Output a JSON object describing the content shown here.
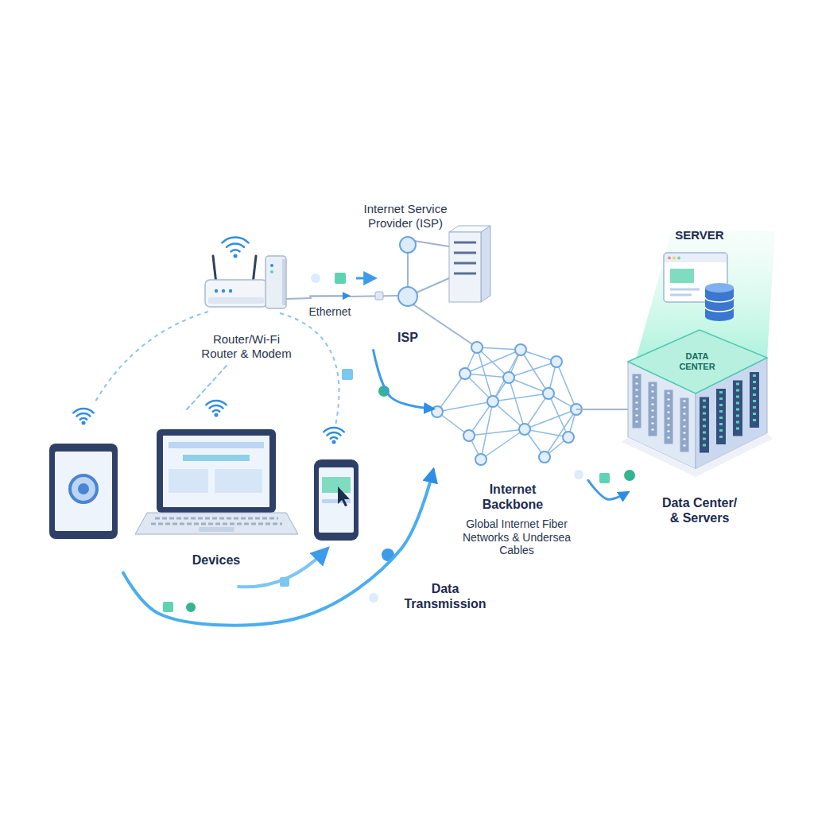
{
  "diagram": {
    "nodes": [
      {
        "text": [
          "Router/Wi-Fi Router & Modem"
        ]
      },
      {
        "text": [
          "Internet Service Provider (ISP)",
          "ISP"
        ]
      },
      {
        "text": [
          "Internet Backbone",
          "Global Internet Fiber Networks & Undersea Cables"
        ]
      },
      {
        "text": [
          "SERVER",
          "DATA CENTER",
          "Data Center/ & Servers"
        ]
      },
      {
        "text": [
          "Devices"
        ]
      }
    ],
    "edges": [
      {
        "from": 0,
        "to": 1,
        "label": "Ethernet",
        "arrow": "to"
      },
      {
        "from": 1,
        "to": 2,
        "arrow": "to"
      },
      {
        "from": 2,
        "to": 3,
        "arrow": "to"
      },
      {
        "from": 0,
        "to": 4,
        "arrow": "none"
      },
      {
        "from": 4,
        "to": 2,
        "label": "Data Transmission",
        "arrow": "to"
      }
    ]
  }
}
